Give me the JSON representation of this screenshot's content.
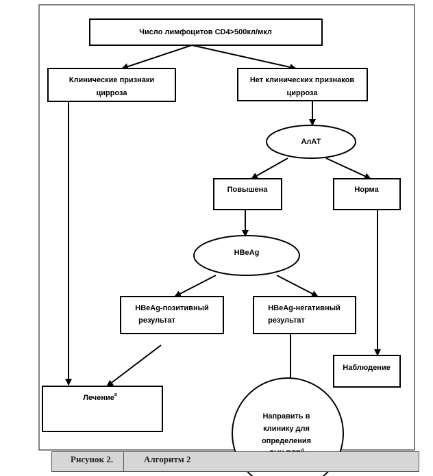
{
  "nodes": {
    "cd4": "Число лимфоцитов CD4>500кл/мкл",
    "cirrhosis_signs": [
      "Клинические признаки",
      "цирроза"
    ],
    "no_cirrhosis_signs": [
      "Нет клинических признаков",
      "цирроза"
    ],
    "alat": "АлАТ",
    "elevated": "Повышена",
    "normal": "Норма",
    "hbeag": "HBeAg",
    "hbeag_positive": [
      "HBeAg-позитивный",
      "результат"
    ],
    "hbeag_negative": [
      "HBeAg-негативный",
      "результат"
    ],
    "observation": "Наблюдение",
    "treatment": "Лечение",
    "treatment_note": "а",
    "refer": [
      "Направить в",
      "клинику для",
      "определения",
      "ДНК ВГВ"
    ],
    "refer_note": "б"
  },
  "caption": {
    "figure": "Рисунок 2.",
    "title": "Алгоритм  2"
  }
}
